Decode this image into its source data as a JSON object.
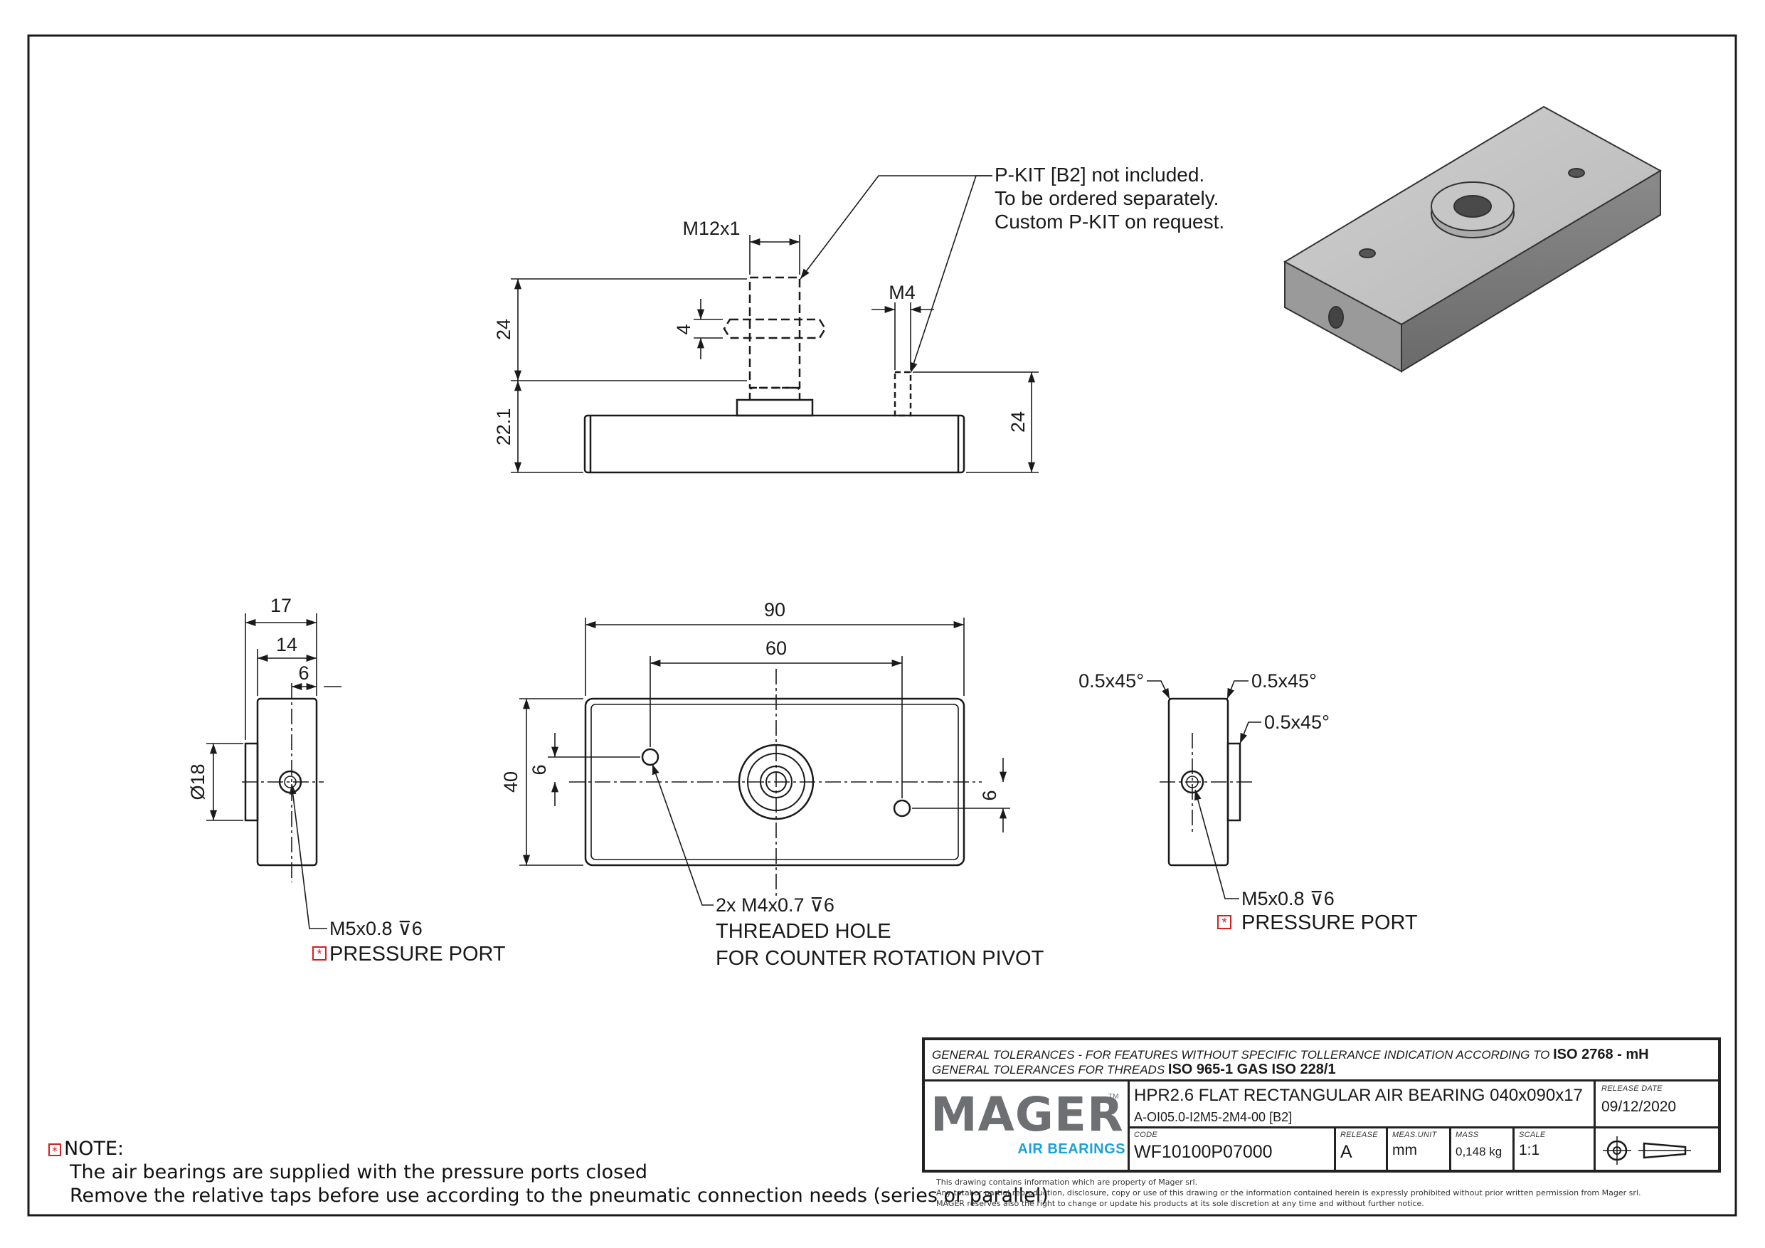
{
  "drawing": {
    "callout_pkit": [
      "P-KIT [B2] not included.",
      "To be ordered separately.",
      "Custom P-KIT on request."
    ],
    "dims_front": {
      "thread_main": "M12x1",
      "pkit_height": "24",
      "collar": "4",
      "base_height": "22.1",
      "thread_side": "M4",
      "pin_height": "24"
    },
    "dims_left": {
      "width_17": "17",
      "width_14": "14",
      "width_6": "6",
      "diameter": "Ø18"
    },
    "dims_top": {
      "length_90": "90",
      "length_60": "60",
      "width_40": "40",
      "offset_a": "6",
      "offset_b": "6"
    },
    "chamfers": {
      "c1": "0.5x45°",
      "c2": "0.5x45°",
      "c3": "0.5x45°"
    },
    "callout_left_port": {
      "spec": "M5x0.8 ⊽6",
      "label": "PRESSURE PORT"
    },
    "callout_right_port": {
      "spec": "M5x0.8 ⊽6",
      "label": "PRESSURE PORT"
    },
    "callout_thread": {
      "spec": "2x M4x0.7 ⊽6",
      "line2": "THREADED HOLE",
      "line3": "FOR COUNTER ROTATION PIVOT"
    }
  },
  "note": {
    "title": "NOTE:",
    "line1": "The air bearings are supplied with the pressure ports closed",
    "line2": "Remove the relative taps before use according to the pneumatic connection needs (series or parallel)"
  },
  "title_block": {
    "tol_line1_prefix": "GENERAL TOLERANCES - FOR FEATURES WITHOUT  SPECIFIC TOLLERANCE INDICATION ACCORDING TO",
    "tol_line1_std": "ISO 2768 - mH",
    "tol_line2_prefix": "GENERAL TOLERANCES FOR THREADS",
    "tol_line2_std": "ISO 965-1 GAS ISO 228/1",
    "logo_word": "MAGER",
    "logo_tm": "TM",
    "logo_sub": "AIR BEARINGS",
    "title": "HPR2.6 FLAT RECTANGULAR AIR BEARING  040x090x17",
    "subtitle": "A-OI05.0-I2M5-2M4-00 [B2]",
    "release_date_label": "RELEASE DATE",
    "release_date": "09/12/2020",
    "code_label": "CODE",
    "code": "WF10100P07000",
    "release_label": "RELEASE",
    "release": "A",
    "meas_label": "MEAS.UNIT",
    "meas": "mm",
    "mass_label": "MASS",
    "mass": "0,148 kg",
    "scale_label": "SCALE",
    "scale": "1:1"
  },
  "footer": {
    "line1": "This drawing contains information which are property of Mager srl.",
    "line2": "Any total or partial reproduction, disclosure, copy or use of this drawing or the information contained herein is expressly prohibited without prior written permission from Mager srl.",
    "line3": "MAGER reserves also the right to change or update his products  at its sole discretion at any time and without further notice."
  },
  "colors": {
    "line": "#1a1a1a",
    "accent_red": "#d42020",
    "logo_blue": "#1e9fd8",
    "logo_gray": "#6d6f72",
    "body_gray": "#bdbdbd"
  }
}
